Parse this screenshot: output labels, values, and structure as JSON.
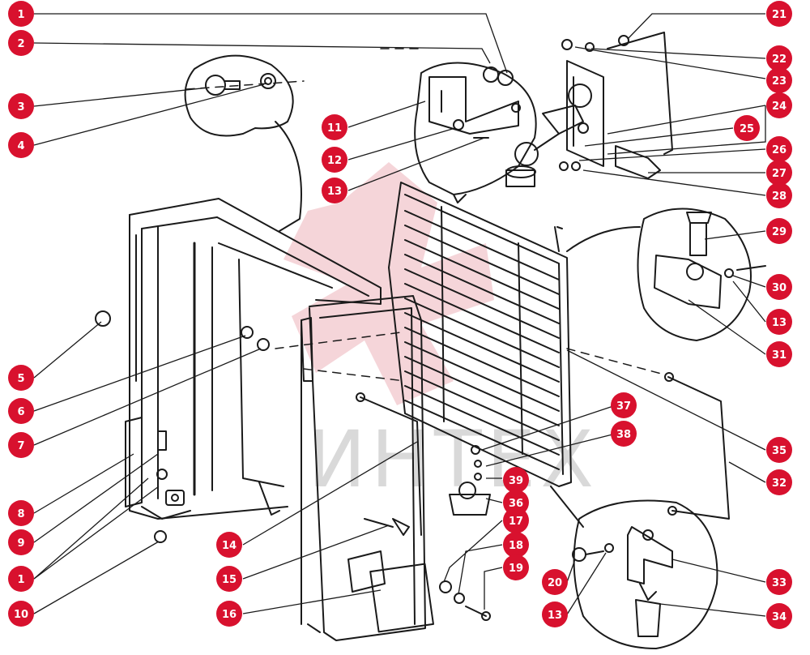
{
  "diagram": {
    "watermark_text": "ИНТЕХ",
    "colors": {
      "badge": "#d8112e",
      "ink": "#1a1a1a",
      "watermark_logo": "#f2c7cc",
      "watermark_text": "#d9d9d9"
    },
    "callouts": [
      {
        "id": "c1a",
        "label": "1"
      },
      {
        "id": "c2",
        "label": "2"
      },
      {
        "id": "c3",
        "label": "3"
      },
      {
        "id": "c4",
        "label": "4"
      },
      {
        "id": "c5",
        "label": "5"
      },
      {
        "id": "c6",
        "label": "6"
      },
      {
        "id": "c7",
        "label": "7"
      },
      {
        "id": "c8",
        "label": "8"
      },
      {
        "id": "c9",
        "label": "9"
      },
      {
        "id": "c1b",
        "label": "1"
      },
      {
        "id": "c10",
        "label": "10"
      },
      {
        "id": "c11",
        "label": "11"
      },
      {
        "id": "c12",
        "label": "12"
      },
      {
        "id": "c13a",
        "label": "13"
      },
      {
        "id": "c14",
        "label": "14"
      },
      {
        "id": "c15",
        "label": "15"
      },
      {
        "id": "c16",
        "label": "16"
      },
      {
        "id": "c17",
        "label": "17"
      },
      {
        "id": "c18",
        "label": "18"
      },
      {
        "id": "c19",
        "label": "19"
      },
      {
        "id": "c20",
        "label": "20"
      },
      {
        "id": "c13b",
        "label": "13"
      },
      {
        "id": "c21",
        "label": "21"
      },
      {
        "id": "c22",
        "label": "22"
      },
      {
        "id": "c23",
        "label": "23"
      },
      {
        "id": "c24",
        "label": "24"
      },
      {
        "id": "c25",
        "label": "25"
      },
      {
        "id": "c26",
        "label": "26"
      },
      {
        "id": "c27",
        "label": "27"
      },
      {
        "id": "c28",
        "label": "28"
      },
      {
        "id": "c29",
        "label": "29"
      },
      {
        "id": "c30",
        "label": "30"
      },
      {
        "id": "c13c",
        "label": "13"
      },
      {
        "id": "c31",
        "label": "31"
      },
      {
        "id": "c35",
        "label": "35"
      },
      {
        "id": "c37",
        "label": "37"
      },
      {
        "id": "c38",
        "label": "38"
      },
      {
        "id": "c32",
        "label": "32"
      },
      {
        "id": "c39",
        "label": "39"
      },
      {
        "id": "c36",
        "label": "36"
      },
      {
        "id": "c33",
        "label": "33"
      },
      {
        "id": "c34",
        "label": "34"
      }
    ]
  }
}
